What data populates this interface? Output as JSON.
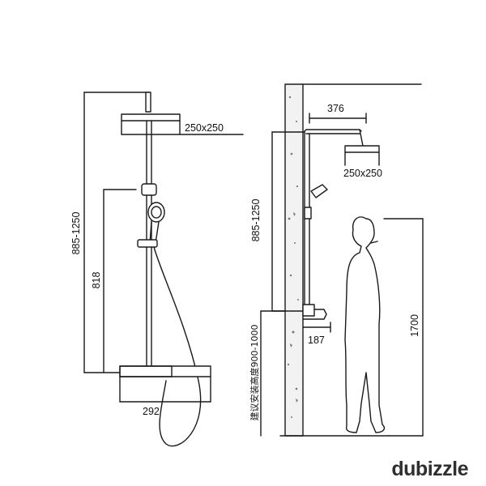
{
  "left": {
    "head_size": "250x250",
    "height_range": "885-1250",
    "rail_height": "818",
    "body_width": "292"
  },
  "right": {
    "arm_length": "376",
    "head_size": "250x250",
    "height_range": "885-1250",
    "install_height": "建议安装高度900-1000",
    "spout_length": "187",
    "person_height": "1700"
  },
  "watermark": "dubizzle",
  "colors": {
    "line": "#1a1a1a",
    "wall": "#f2f2f2",
    "watermark_flame": "#e03a3a"
  }
}
